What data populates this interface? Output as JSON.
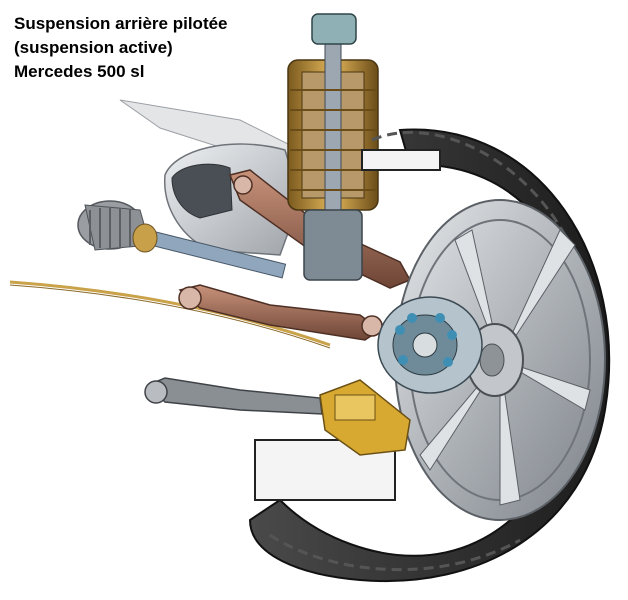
{
  "caption": {
    "line1": "Suspension arrière pilotée",
    "line2": "(suspension active)",
    "line3": "Mercedes 500 sl"
  },
  "colors": {
    "background": "#ffffff",
    "caption_text": "#000000",
    "tire": "#2a2a2a",
    "rim": "#b9bdc2",
    "arm_copper": "#9a6a55",
    "strut_gold": "#c99a3c",
    "caliper_gold": "#d7a930",
    "brake_cable": "#c9a24a",
    "subframe": "#c8ccd1"
  },
  "illustration": {
    "subject": "cutaway of rear wheel suspension assembly",
    "icon": "suspension-cutaway-illustration"
  }
}
